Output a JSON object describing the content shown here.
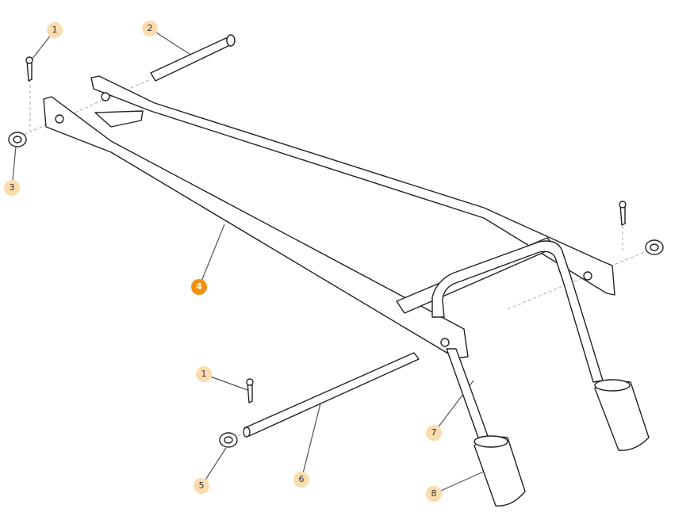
{
  "colors": {
    "callout": "#fbdcae",
    "callout_active": "#f0900f",
    "line": "#222222"
  },
  "callouts": [
    {
      "label": "1",
      "active": false
    },
    {
      "label": "2",
      "active": false
    },
    {
      "label": "3",
      "active": false
    },
    {
      "label": "4",
      "active": true
    },
    {
      "label": "1",
      "active": false
    },
    {
      "label": "5",
      "active": false
    },
    {
      "label": "6",
      "active": false
    },
    {
      "label": "7",
      "active": false
    },
    {
      "label": "8",
      "active": false
    }
  ]
}
